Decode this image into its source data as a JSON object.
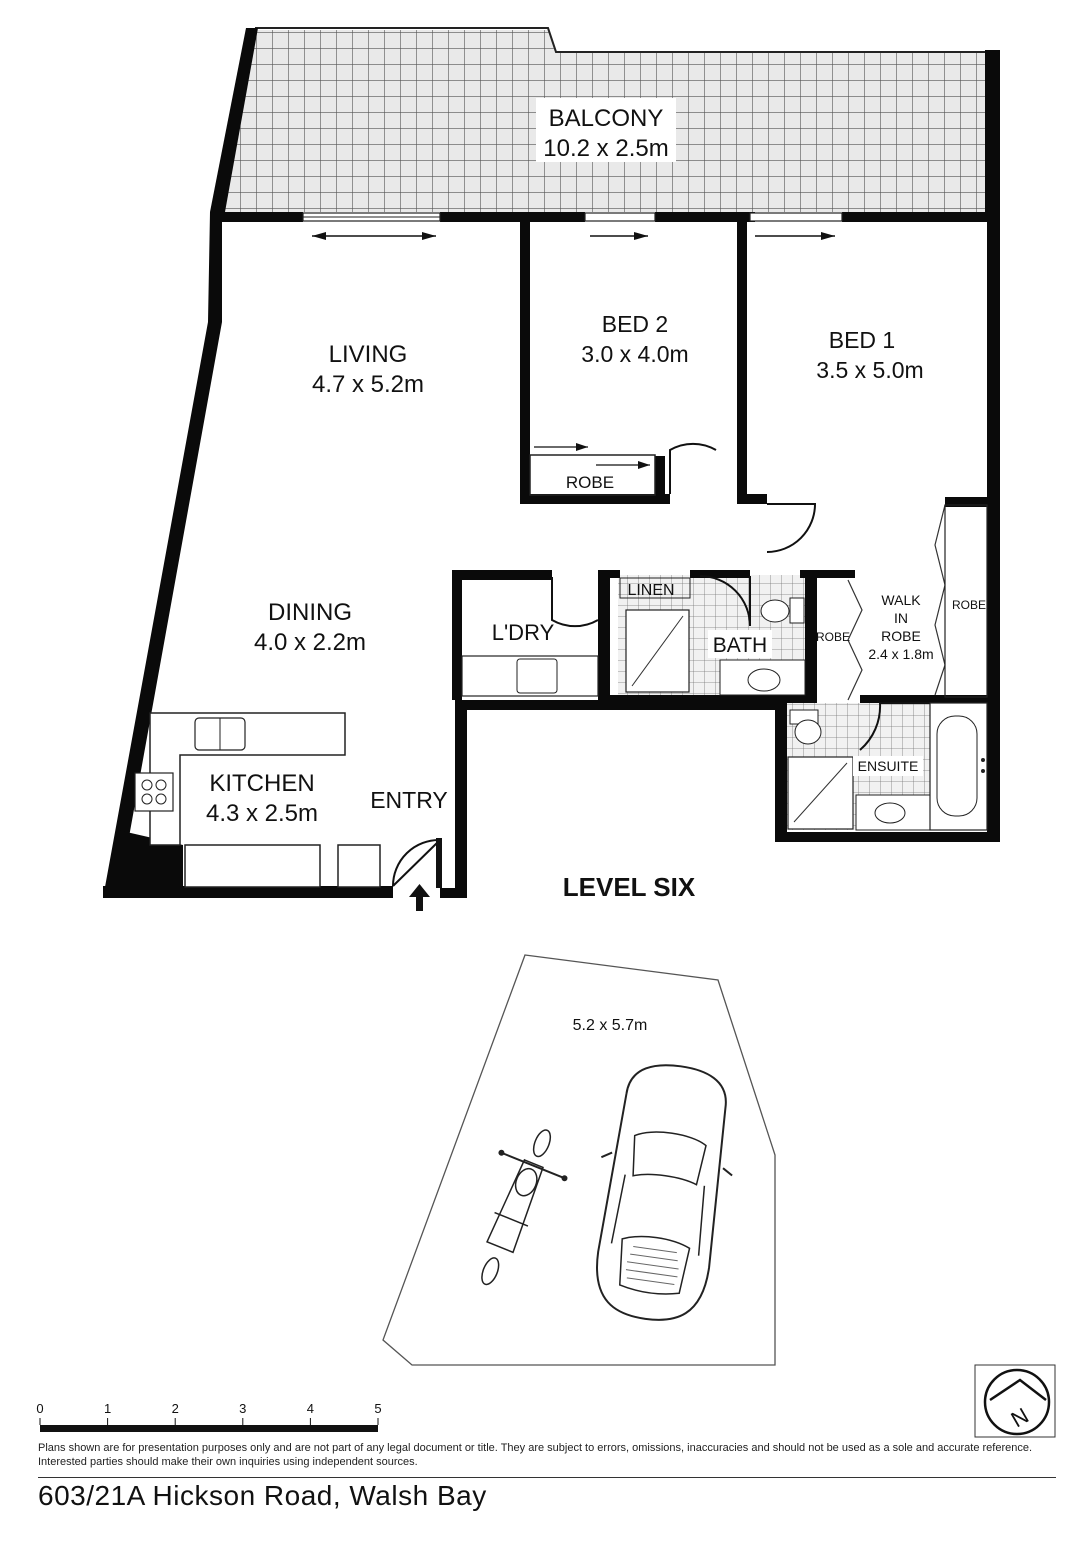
{
  "rooms": {
    "balcony": {
      "name": "BALCONY",
      "size": "10.2 x 2.5m"
    },
    "living": {
      "name": "LIVING",
      "size": "4.7 x 5.2m"
    },
    "bed2": {
      "name": "BED 2",
      "size": "3.0 x 4.0m"
    },
    "bed1": {
      "name": "BED 1",
      "size": "3.5 x 5.0m"
    },
    "robe_bed2": "ROBE",
    "dining": {
      "name": "DINING",
      "size": "4.0 x 2.2m"
    },
    "laundry": "L'DRY",
    "linen": "LINEN",
    "bath": "BATH",
    "robe_left": "ROBE",
    "walk_in_robe": {
      "line1": "WALK",
      "line2": "IN",
      "line3": "ROBE",
      "size": "2.4 x 1.8m"
    },
    "robe_right": "ROBE",
    "kitchen": {
      "name": "KITCHEN",
      "size": "4.3 x 2.5m"
    },
    "entry": "ENTRY",
    "ensuite": "ENSUITE"
  },
  "level_label": "LEVEL SIX",
  "parking": {
    "size": "5.2 x 5.7m"
  },
  "scale": {
    "ticks": [
      "0",
      "1",
      "2",
      "3",
      "4",
      "5"
    ]
  },
  "compass": {
    "letter": "N"
  },
  "disclaimer": "Plans shown are for presentation purposes only and are not part of any legal document or title. They are subject to errors, omissions, inaccuracies and should not be used as a sole and accurate reference. Interested parties should make their own inquiries using independent sources.",
  "address": "603/21A Hickson Road, Walsh Bay"
}
